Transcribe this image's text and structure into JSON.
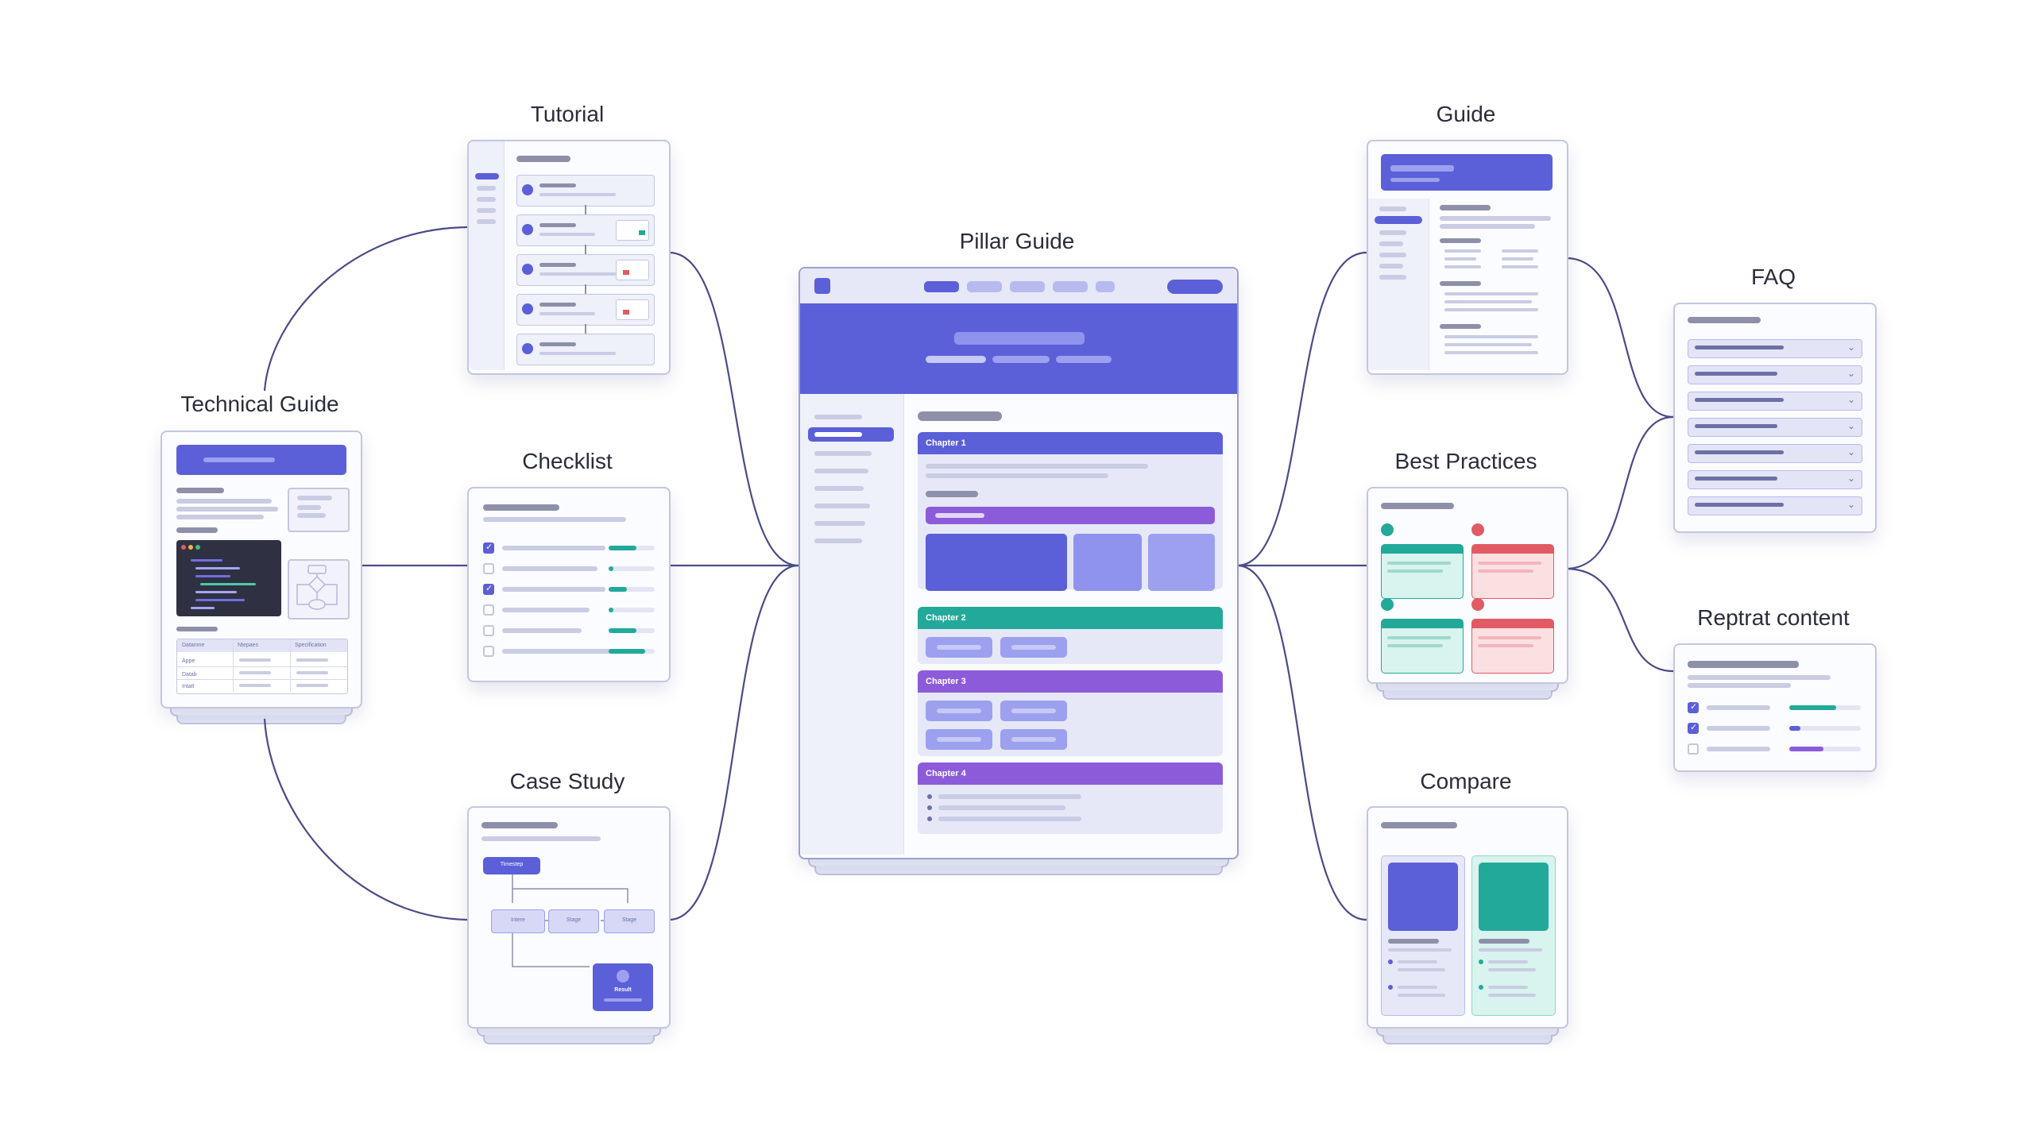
{
  "titles": {
    "tutorial": "Tutorial",
    "technical_guide": "Technical Guide",
    "checklist": "Checklist",
    "case_study": "Case Study",
    "pillar_guide": "Pillar Guide",
    "guide": "Guide",
    "faq": "FAQ",
    "best_practices": "Best Practices",
    "repurpose": "Reptrat content",
    "compare": "Compare"
  },
  "pillar": {
    "chapters": [
      "Chapter 1",
      "Chapter 2",
      "Chapter 3",
      "Chapter 4"
    ]
  },
  "technical_guide": {
    "table_headers": [
      "Datanme",
      "Ntepaes",
      "Specification"
    ],
    "table_rows": [
      "Appe",
      "Datab",
      "Intatt"
    ]
  },
  "case_study": {
    "timeline_label": "Timestep",
    "stages": [
      "Intere",
      "Stage",
      "Stage"
    ],
    "result_label": "Result"
  },
  "checklist": {
    "checked": [
      true,
      false,
      true,
      false,
      false,
      false
    ]
  },
  "repurpose": {
    "checked": [
      true,
      true,
      false
    ]
  },
  "colors": {
    "accent": "#5b5fd8",
    "teal": "#22a99a",
    "purple": "#8c5bd9",
    "red": "#e05b63",
    "connector": "#4a4c86"
  }
}
